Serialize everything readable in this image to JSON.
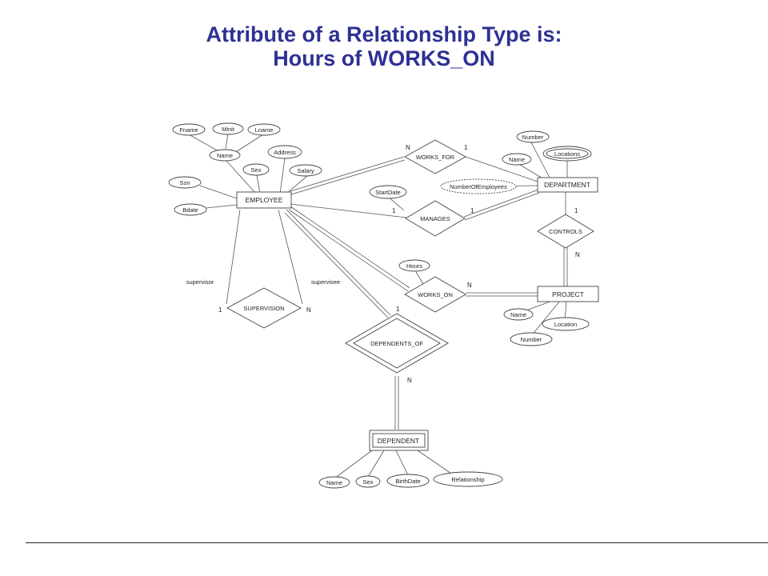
{
  "slide": {
    "title_line1": "Attribute of a Relationship Type is:",
    "title_line2": "Hours of WORKS_ON",
    "title_color": "#2e3192"
  },
  "diagram": {
    "entities": {
      "employee": "EMPLOYEE",
      "department": "DEPARTMENT",
      "project": "PROJECT",
      "dependent": "DEPENDENT"
    },
    "relationships": {
      "works_for": "WORKS_FOR",
      "manages": "MANAGES",
      "works_on": "WORKS_ON",
      "controls": "CONTROLS",
      "supervision": "SUPERVISION",
      "dependents_of": "DEPENDENTS_OF"
    },
    "attributes": {
      "fname": "Fname",
      "minit": "Minit",
      "lname": "Lname",
      "emp_name": "Name",
      "address": "Address",
      "emp_sex": "Sex",
      "salary": "Salary",
      "ssn": "Ssn",
      "bdate": "Bdate",
      "dept_number": "Number",
      "dept_name": "Name",
      "locations": "Locations",
      "number_of_employees": "NumberOfEmployees",
      "start_date": "StartDate",
      "hours": "Hours",
      "proj_name": "Name",
      "proj_number": "Number",
      "proj_location": "Location",
      "dep_name": "Name",
      "dep_sex": "Sex",
      "birth_date": "BirthDate",
      "relationship": "Relationship"
    },
    "roles": {
      "supervisor": "supervisor",
      "supervisee": "supervisee"
    },
    "cardinalities": {
      "works_for_emp": "N",
      "works_for_dept": "1",
      "manages_emp": "1",
      "manages_dept": "1",
      "controls_dept": "1",
      "controls_proj": "N",
      "works_on_proj": "N",
      "supervision_supervisor": "1",
      "supervision_supervisee": "N",
      "dependents_of_emp": "1",
      "dependents_of_dep": "N"
    }
  }
}
